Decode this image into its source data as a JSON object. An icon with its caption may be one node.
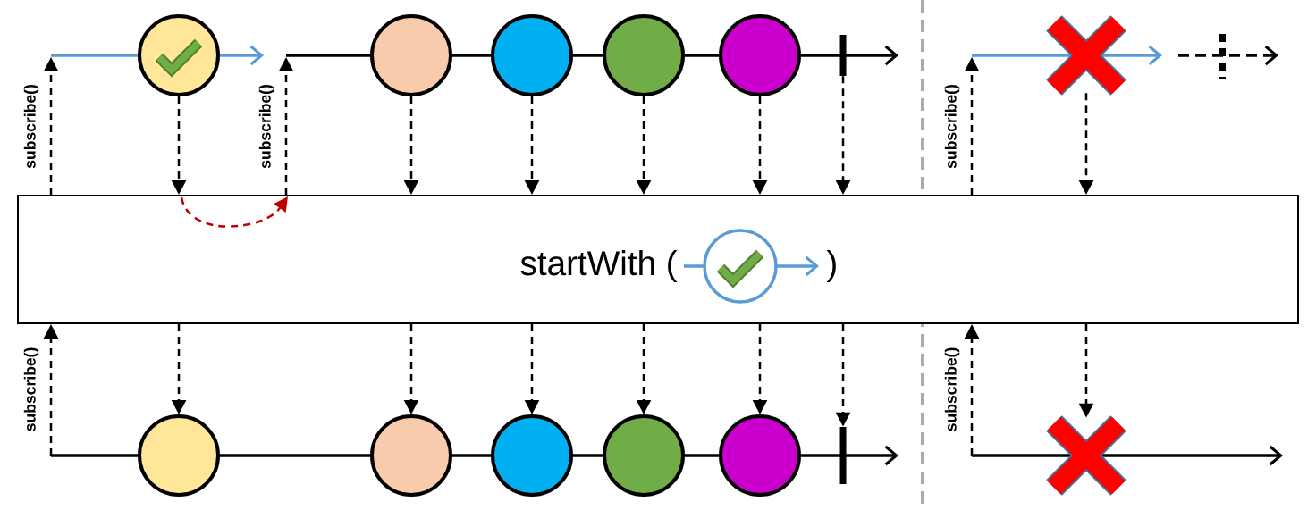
{
  "diagram": {
    "nodes": [
      {
        "text": [
          "startWith (",
          ")"
        ]
      },
      {
        "text": [],
        "shape": "circle"
      },
      {
        "text": [],
        "shape": "circle"
      },
      {
        "text": [],
        "shape": "circle"
      },
      {
        "text": [],
        "shape": "circle"
      },
      {
        "text": [],
        "shape": "circle"
      },
      {
        "text": [],
        "shape": "bar"
      },
      {
        "text": [],
        "shape": "cross"
      },
      {
        "text": [],
        "shape": "circle"
      },
      {
        "text": [],
        "shape": "circle"
      },
      {
        "text": [],
        "shape": "circle"
      },
      {
        "text": [],
        "shape": "circle"
      },
      {
        "text": [],
        "shape": "circle"
      },
      {
        "text": [],
        "shape": "bar"
      },
      {
        "text": [],
        "shape": "cross"
      }
    ],
    "edges": [
      {
        "from": 1,
        "to": 0,
        "arrow": "to",
        "style": "dashed"
      },
      {
        "from": 2,
        "to": 0,
        "arrow": "to",
        "style": "dashed"
      },
      {
        "from": 3,
        "to": 0,
        "arrow": "to",
        "style": "dashed"
      },
      {
        "from": 4,
        "to": 0,
        "arrow": "to",
        "style": "dashed"
      },
      {
        "from": 5,
        "to": 0,
        "arrow": "to",
        "style": "dashed"
      },
      {
        "from": 6,
        "to": 0,
        "arrow": "to",
        "style": "dashed"
      },
      {
        "from": 7,
        "to": 0,
        "arrow": "to",
        "style": "dashed"
      },
      {
        "from": 0,
        "to": 8,
        "arrow": "to",
        "style": "dashed"
      },
      {
        "from": 0,
        "to": 9,
        "arrow": "to",
        "style": "dashed"
      },
      {
        "from": 0,
        "to": 10,
        "arrow": "to",
        "style": "dashed"
      },
      {
        "from": 0,
        "to": 11,
        "arrow": "to",
        "style": "dashed"
      },
      {
        "from": 0,
        "to": 12,
        "arrow": "to",
        "style": "dashed"
      },
      {
        "from": 0,
        "to": 13,
        "arrow": "to",
        "style": "dashed"
      },
      {
        "from": 0,
        "to": 14,
        "arrow": "to",
        "style": "dashed"
      },
      {
        "from": 0,
        "to": null,
        "arrow": "to",
        "label": "subscribe()",
        "style": "dashed"
      },
      {
        "from": 0,
        "to": null,
        "arrow": "to",
        "label": "subscribe()",
        "style": "dashed"
      },
      {
        "from": 0,
        "to": null,
        "arrow": "to",
        "label": "subscribe()",
        "style": "dashed"
      },
      {
        "from": null,
        "to": 0,
        "arrow": "to",
        "label": "subscribe()",
        "style": "dashed"
      },
      {
        "from": null,
        "to": 0,
        "arrow": "to",
        "label": "subscribe()",
        "style": "dashed"
      },
      {
        "from": 0,
        "to": 0,
        "arrow": "to",
        "style": "dashed",
        "color": "#c00000"
      }
    ]
  }
}
